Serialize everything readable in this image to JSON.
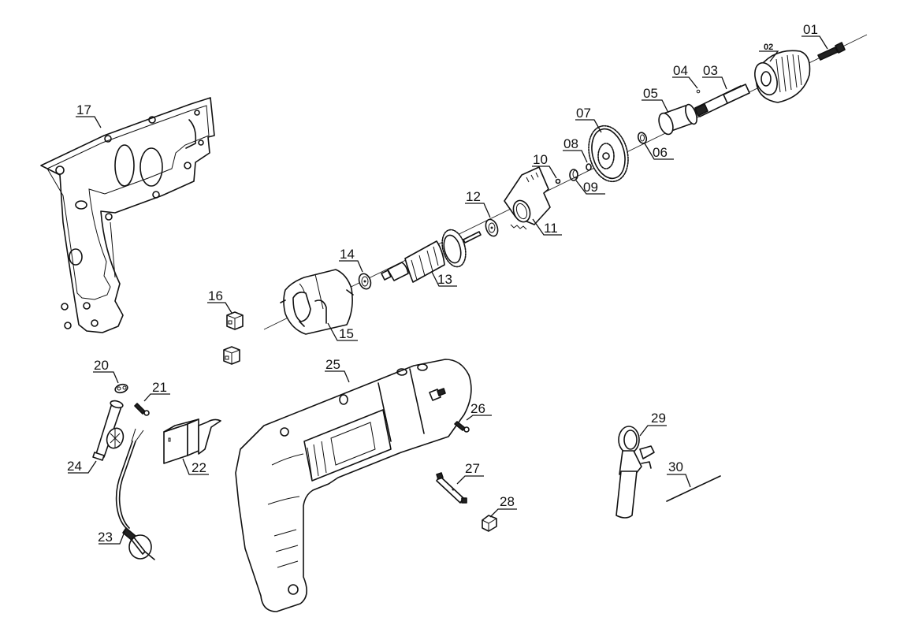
{
  "diagram": {
    "type": "exploded-parts-view",
    "colors": {
      "line": "#111111",
      "background": "#ffffff"
    },
    "parts": [
      {
        "id": "01",
        "label": "01"
      },
      {
        "id": "02",
        "label": "02"
      },
      {
        "id": "03",
        "label": "03"
      },
      {
        "id": "04",
        "label": "04"
      },
      {
        "id": "05",
        "label": "05"
      },
      {
        "id": "06",
        "label": "06"
      },
      {
        "id": "07",
        "label": "07"
      },
      {
        "id": "08",
        "label": "08"
      },
      {
        "id": "09",
        "label": "09"
      },
      {
        "id": "10",
        "label": "10"
      },
      {
        "id": "11",
        "label": "11"
      },
      {
        "id": "12",
        "label": "12"
      },
      {
        "id": "13",
        "label": "13"
      },
      {
        "id": "14",
        "label": "14"
      },
      {
        "id": "15",
        "label": "15"
      },
      {
        "id": "16",
        "label": "16"
      },
      {
        "id": "17",
        "label": "17"
      },
      {
        "id": "20",
        "label": "20"
      },
      {
        "id": "21",
        "label": "21"
      },
      {
        "id": "22",
        "label": "22"
      },
      {
        "id": "23",
        "label": "23"
      },
      {
        "id": "24",
        "label": "24"
      },
      {
        "id": "25",
        "label": "25"
      },
      {
        "id": "26",
        "label": "26"
      },
      {
        "id": "27",
        "label": "27"
      },
      {
        "id": "28",
        "label": "28"
      },
      {
        "id": "29",
        "label": "29"
      },
      {
        "id": "30",
        "label": "30"
      }
    ]
  }
}
